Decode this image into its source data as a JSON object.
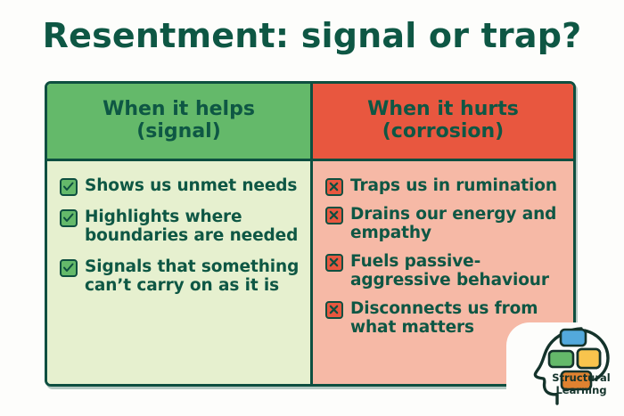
{
  "title": "Resentment: signal or trap?",
  "colors": {
    "title_green": "#0E5744",
    "header_green": "#64B96A",
    "header_red": "#E8573F",
    "body_green": "#E6F0CF",
    "body_salmon": "#F6B9A6",
    "border_dark": "#0E4F40",
    "page_background": "#FDFDFB",
    "logo_blue": "#53A9DC",
    "logo_green": "#64B96A",
    "logo_yellow": "#F6C council",
    "logo_orange": "#E08230"
  },
  "table": {
    "columns": [
      {
        "id": "helps",
        "header_line1": "When it helps",
        "header_line2": "(signal)",
        "icon": "check-box-icon",
        "items": [
          "Shows us unmet needs",
          "Highlights where boundaries are needed",
          "Signals that something can’t carry on as it is"
        ]
      },
      {
        "id": "hurts",
        "header_line1": "When it hurts",
        "header_line2": "(corrosion)",
        "icon": "cross-box-icon",
        "items": [
          "Traps us in rumination",
          "Drains our energy and empathy",
          "Fuels passive-aggressive behaviour",
          "Disconnects us from what matters"
        ]
      }
    ]
  },
  "logo": {
    "line1": "Structural",
    "line2": "Learning"
  }
}
